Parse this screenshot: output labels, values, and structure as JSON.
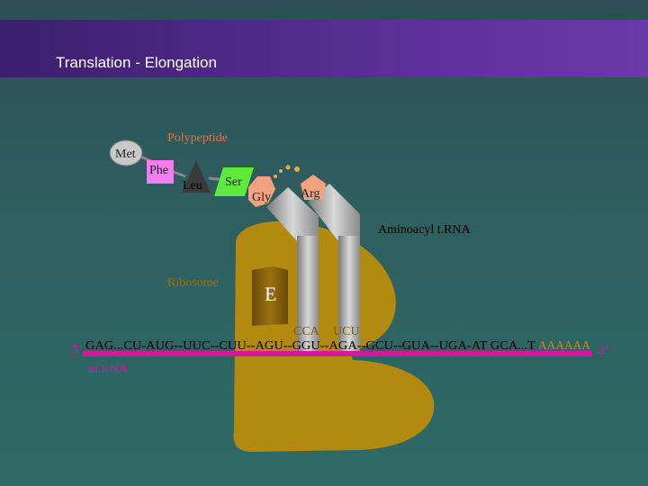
{
  "title": "Translation - Elongation",
  "labels": {
    "polypeptide": "Polypeptide",
    "aminoacyl_trna": "Aminoacyl t.RNA",
    "ribosome": "Ribosome",
    "e_site": "E",
    "mrna": "m.RNA",
    "five_prime": "5’",
    "three_prime": "3’"
  },
  "amino_acids": [
    "Met",
    "Phe",
    "Leu",
    "Ser",
    "Gly",
    "Arg"
  ],
  "anticodons": [
    "CCA",
    "UCU"
  ],
  "mrna_sequence": "GAG...CU-AUG--UUC--CUU--AGU--GGU--AGA--GCU--GUA--UGA-AT GCA...T",
  "poly_a_tail": "AAAAAA",
  "colors": {
    "title_bar": "#5a2f96",
    "ribosome": "#b38a10",
    "mrna_line": "#d4189c",
    "met": "#c8c8c8",
    "phe": "#f27ef2",
    "leu": "#3a3a3a",
    "ser": "#5eea3b",
    "gly": "#f2a27e",
    "arg": "#f2a27e"
  }
}
